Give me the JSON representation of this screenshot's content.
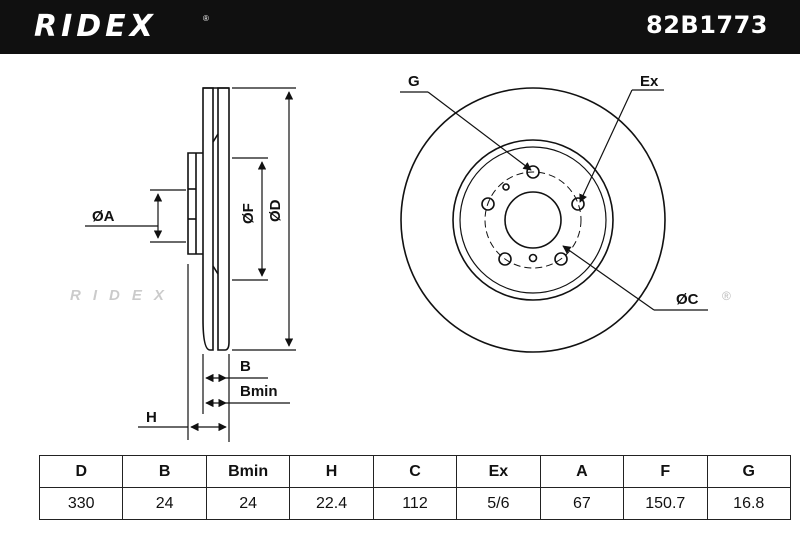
{
  "header": {
    "brand": "RIDEX",
    "registered": "®",
    "part_number": "82B1773"
  },
  "watermark": {
    "text": "RIDEX",
    "registered": "®"
  },
  "labels": {
    "diameter_a": "ØA",
    "diameter_f": "ØF",
    "diameter_d": "ØD",
    "diameter_c": "ØC",
    "b": "B",
    "bmin": "Bmin",
    "h": "H",
    "g": "G",
    "ex": "Ex"
  },
  "table": {
    "headers": [
      "D",
      "B",
      "Bmin",
      "H",
      "C",
      "Ex",
      "A",
      "F",
      "G"
    ],
    "values": [
      "330",
      "24",
      "24",
      "22.4",
      "112",
      "5/6",
      "67",
      "150.7",
      "16.8"
    ]
  }
}
